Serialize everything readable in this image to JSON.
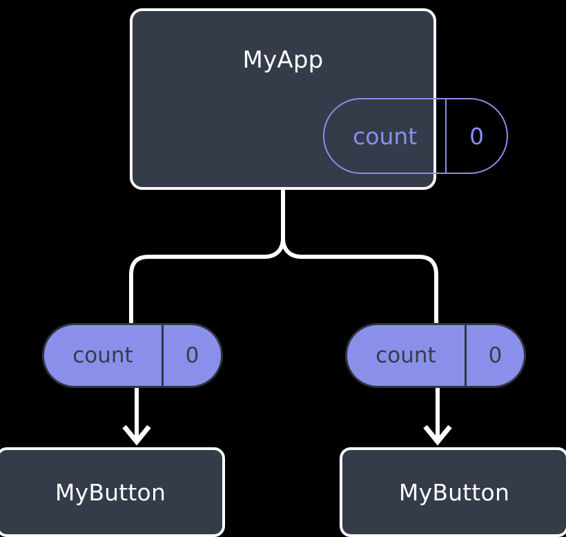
{
  "diagram": {
    "type": "component-tree",
    "background_color": "#000000",
    "palette": {
      "node_fill": "#343b49",
      "node_border": "#ffffff",
      "node_text": "#ffffff",
      "accent": "#8a90ea",
      "pill_text_on_fill": "#363c49",
      "edge": "#ffffff"
    },
    "root": {
      "title": "MyApp",
      "state_pill": {
        "key": "count",
        "value": "0"
      }
    },
    "branches": [
      {
        "prop_pill": {
          "key": "count",
          "value": "0"
        },
        "child": {
          "title": "MyButton"
        }
      },
      {
        "prop_pill": {
          "key": "count",
          "value": "0"
        },
        "child": {
          "title": "MyButton"
        }
      }
    ],
    "edges": {
      "trunk_label": "",
      "arrow_style": "chevron-down"
    }
  }
}
